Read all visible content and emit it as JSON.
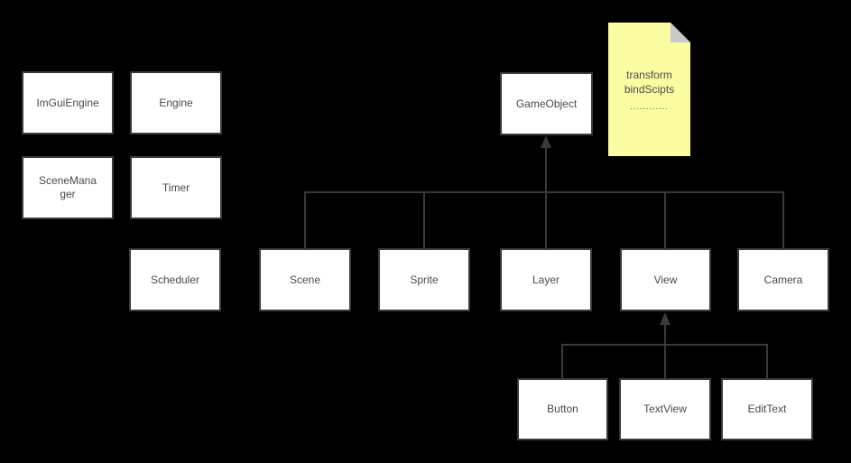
{
  "canvas": {
    "background": "#000000",
    "node_fill": "#ffffff",
    "node_border_color": "#3a3a3a",
    "connector_color": "#3a3a3a",
    "label_color": "#4a4a4a",
    "note_fill": "#fbfba1",
    "note_fold_color": "#c9c9c9"
  },
  "diagram": {
    "nodes": [
      {
        "label": "ImGuiEngine"
      },
      {
        "label": "Engine"
      },
      {
        "label": "SceneMana\nger"
      },
      {
        "label": "Timer"
      },
      {
        "label": "Scheduler"
      },
      {
        "label": "GameObject"
      },
      {
        "label": "Scene"
      },
      {
        "label": "Sprite"
      },
      {
        "label": "Layer"
      },
      {
        "label": "View"
      },
      {
        "label": "Camera"
      },
      {
        "label": "Button"
      },
      {
        "label": "TextView"
      },
      {
        "label": "EditText"
      }
    ],
    "note": {
      "line1": "transform",
      "line2": "bindScipts",
      "dots": "............"
    },
    "edges": [
      {
        "from": "Scene",
        "to": "GameObject",
        "type": "inheritance-arrow"
      },
      {
        "from": "Sprite",
        "to": "GameObject",
        "type": "inheritance-arrow"
      },
      {
        "from": "Layer",
        "to": "GameObject",
        "type": "inheritance-arrow"
      },
      {
        "from": "View",
        "to": "GameObject",
        "type": "inheritance-arrow"
      },
      {
        "from": "Camera",
        "to": "GameObject",
        "type": "inheritance-arrow"
      },
      {
        "from": "Button",
        "to": "View",
        "type": "inheritance-arrow"
      },
      {
        "from": "TextView",
        "to": "View",
        "type": "inheritance-arrow"
      },
      {
        "from": "EditText",
        "to": "View",
        "type": "inheritance-arrow"
      }
    ]
  }
}
